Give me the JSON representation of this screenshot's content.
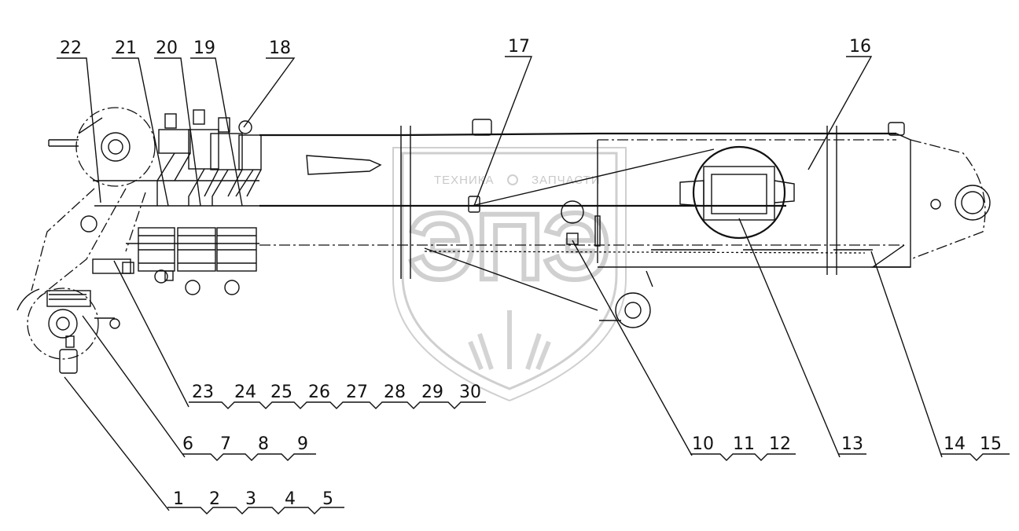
{
  "watermark": {
    "brand_left": "ТЕХНИКА",
    "brand_right": "ЗАПЧАСТИ",
    "logo_letters": "ЭПЭ",
    "color": "#cfcfcf"
  },
  "callouts": {
    "c1": "1",
    "c2": "2",
    "c3": "3",
    "c4": "4",
    "c5": "5",
    "c6": "6",
    "c7": "7",
    "c8": "8",
    "c9": "9",
    "c10": "10",
    "c11": "11",
    "c12": "12",
    "c13": "13",
    "c14": "14",
    "c15": "15",
    "c16": "16",
    "c17": "17",
    "c18": "18",
    "c19": "19",
    "c20": "20",
    "c21": "21",
    "c22": "22",
    "c23": "23",
    "c24": "24",
    "c25": "25",
    "c26": "26",
    "c27": "27",
    "c28": "28",
    "c29": "29",
    "c30": "30"
  },
  "line_color": "#111111"
}
